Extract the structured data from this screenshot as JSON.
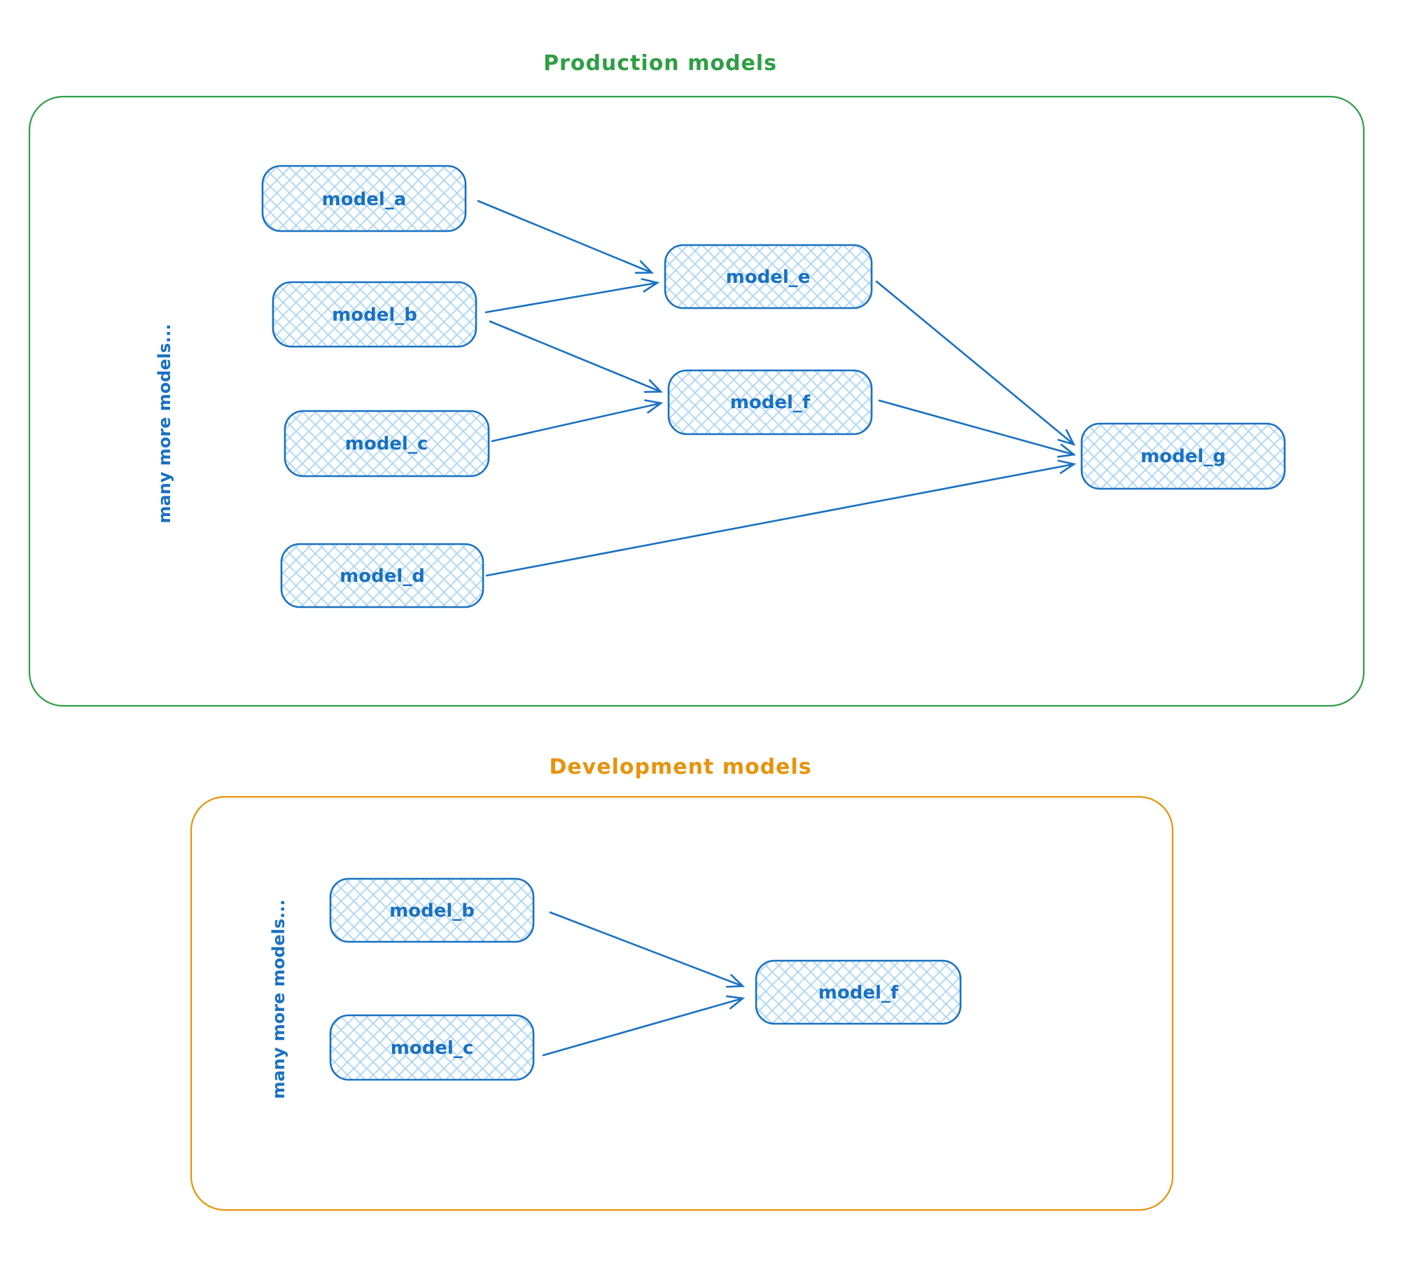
{
  "sections": {
    "production": {
      "title": "Production models",
      "side_label": "many more models...",
      "accent_color": "#2f9e44",
      "nodes": {
        "model_a": {
          "label": "model_a"
        },
        "model_b": {
          "label": "model_b"
        },
        "model_c": {
          "label": "model_c"
        },
        "model_d": {
          "label": "model_d"
        },
        "model_e": {
          "label": "model_e"
        },
        "model_f": {
          "label": "model_f"
        },
        "model_g": {
          "label": "model_g"
        }
      },
      "edges": [
        {
          "from": "model_a",
          "to": "model_e"
        },
        {
          "from": "model_b",
          "to": "model_e"
        },
        {
          "from": "model_b",
          "to": "model_f"
        },
        {
          "from": "model_c",
          "to": "model_f"
        },
        {
          "from": "model_e",
          "to": "model_g"
        },
        {
          "from": "model_f",
          "to": "model_g"
        },
        {
          "from": "model_d",
          "to": "model_g"
        }
      ]
    },
    "development": {
      "title": "Development models",
      "side_label": "many more models...",
      "accent_color": "#e8930c",
      "nodes": {
        "model_b": {
          "label": "model_b"
        },
        "model_c": {
          "label": "model_c"
        },
        "model_f": {
          "label": "model_f"
        }
      },
      "edges": [
        {
          "from": "model_b",
          "to": "model_f"
        },
        {
          "from": "model_c",
          "to": "model_f"
        }
      ]
    }
  },
  "style": {
    "node_stroke": "#1971c2",
    "node_hatch_fill": "#a9d4f5",
    "node_text_color": "#1971c2",
    "arrow_color": "#1971c2",
    "production_border": "#2f9e44",
    "development_border": "#e8930c"
  }
}
